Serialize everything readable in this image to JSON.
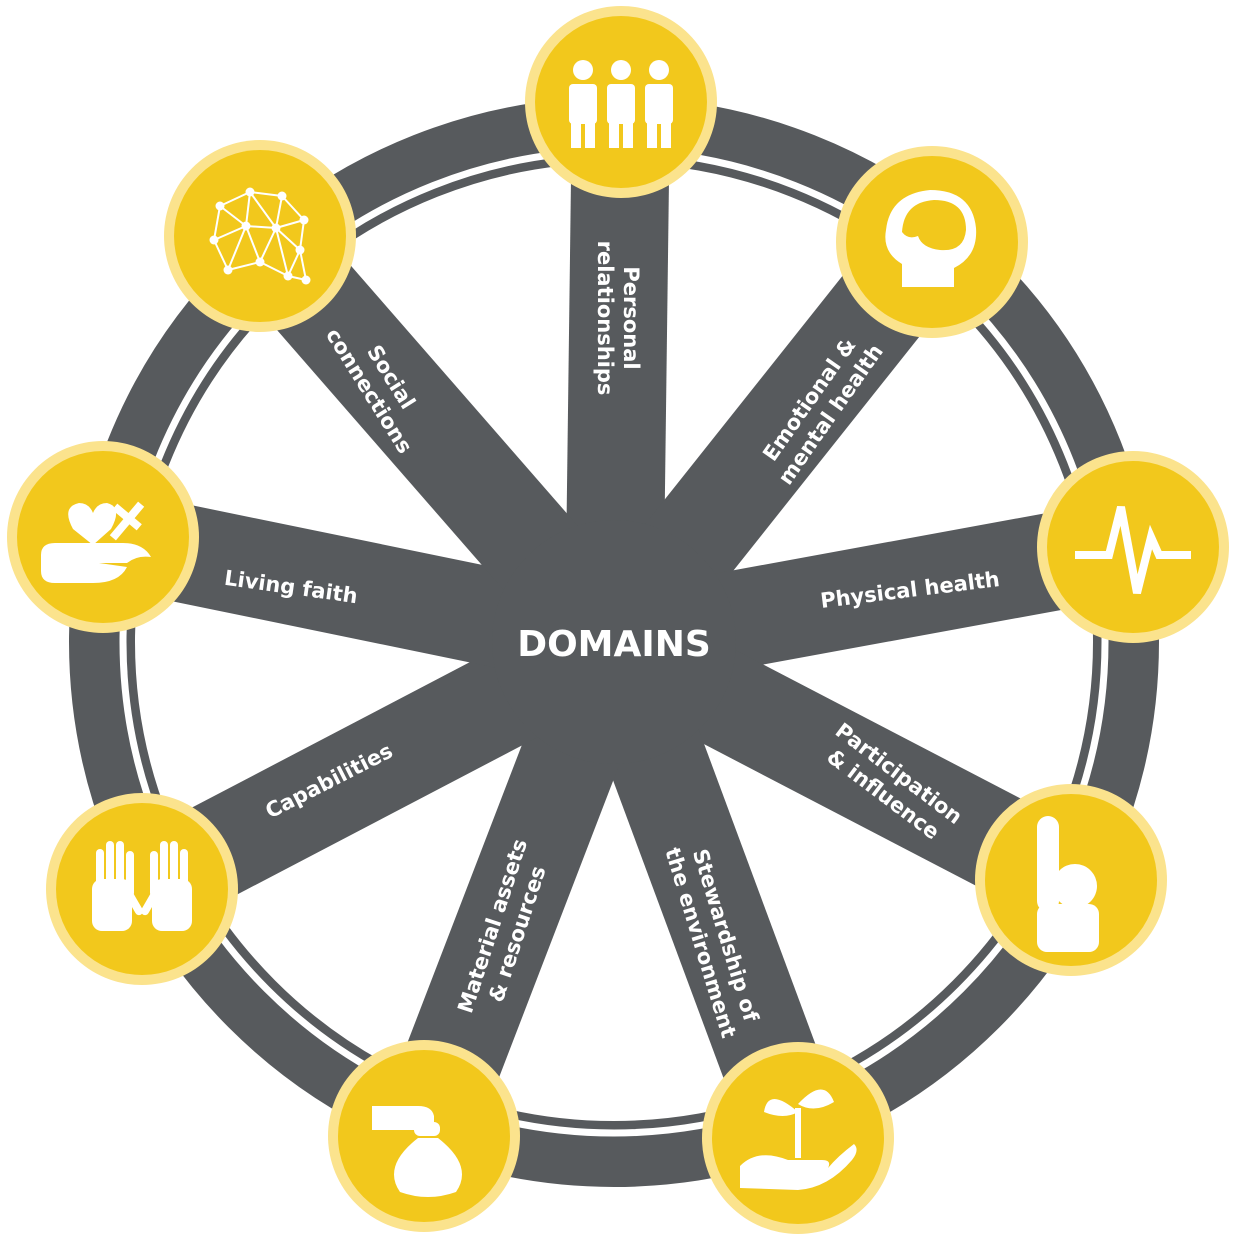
{
  "center": {
    "title": "DOMAINS"
  },
  "colors": {
    "ring": "#575a5d",
    "ring_gap": "#ffffff",
    "hub": "#575a5d",
    "spoke": "#575a5d",
    "node_outer": "#fbe38d",
    "node_inner": "#f2c81c",
    "text": "#ffffff"
  },
  "domains": [
    {
      "id": "personal-relationships",
      "lines": [
        "Personal",
        "relationships"
      ],
      "icon": "people-icon"
    },
    {
      "id": "emotional-mental-health",
      "lines": [
        "Emotional &",
        "mental health"
      ],
      "icon": "head-brain-icon"
    },
    {
      "id": "physical-health",
      "lines": [
        "Physical health"
      ],
      "icon": "heartbeat-icon"
    },
    {
      "id": "participation-influence",
      "lines": [
        "Participation",
        "& influence"
      ],
      "icon": "foam-finger-icon"
    },
    {
      "id": "stewardship-environment",
      "lines": [
        "Stewardship of",
        "the environment"
      ],
      "icon": "hand-seedling-icon"
    },
    {
      "id": "material-assets-resources",
      "lines": [
        "Material assets",
        "& resources"
      ],
      "icon": "hand-money-bag-icon"
    },
    {
      "id": "capabilities",
      "lines": [
        "Capabilities"
      ],
      "icon": "hands-icon"
    },
    {
      "id": "living-faith",
      "lines": [
        "Living faith"
      ],
      "icon": "hand-heart-cross-icon"
    },
    {
      "id": "social-connections",
      "lines": [
        "Social",
        "connections"
      ],
      "icon": "network-icon"
    }
  ]
}
